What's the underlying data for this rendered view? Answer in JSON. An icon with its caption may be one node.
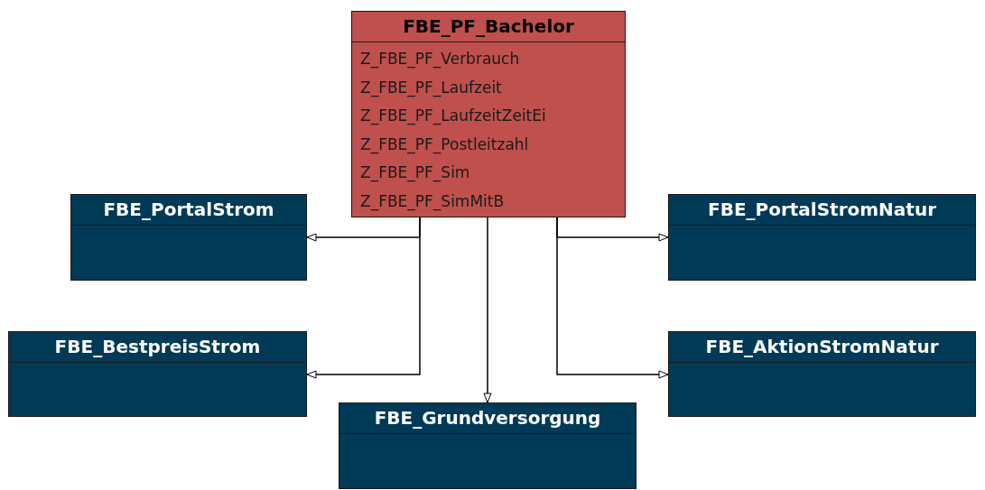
{
  "diagram": {
    "nodes": [
      {
        "text": [
          "FBE_PF_Bachelor",
          "Z_FBE_PF_Verbrauch",
          "Z_FBE_PF_Laufzeit",
          "Z_FBE_PF_LaufzeitZeitEi",
          "Z_FBE_PF_Postleitzahl",
          "Z_FBE_PF_Sim",
          "Z_FBE_PF_SimMitB"
        ]
      },
      {
        "text": [
          "FBE_PortalStrom"
        ]
      },
      {
        "text": [
          "FBE_PortalStromNatur"
        ]
      },
      {
        "text": [
          "FBE_BestpreisStrom"
        ]
      },
      {
        "text": [
          "FBE_AktionStromNatur"
        ]
      },
      {
        "text": [
          "FBE_Grundversorgung"
        ]
      }
    ],
    "edges": [
      {
        "from": 0,
        "to": 1,
        "arrow": "to"
      },
      {
        "from": 0,
        "to": 3,
        "arrow": "to"
      },
      {
        "from": 0,
        "to": 5,
        "arrow": "to"
      },
      {
        "from": 0,
        "to": 2,
        "arrow": "to"
      },
      {
        "from": 0,
        "to": 4,
        "arrow": "to"
      }
    ]
  }
}
